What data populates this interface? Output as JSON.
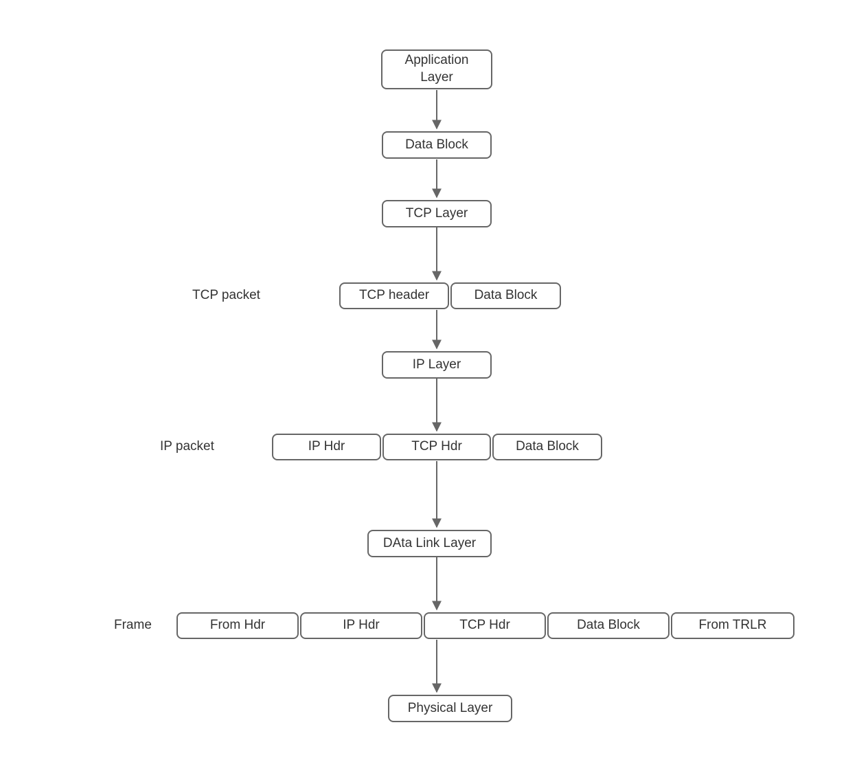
{
  "diagram": {
    "description": "TCP/IP encapsulation flow diagram",
    "colors": {
      "background": "#ffffff",
      "node_fill": "#ffffff",
      "node_border": "#666666",
      "text": "#333333",
      "arrow": "#666666"
    },
    "nodes": {
      "application_layer": "Application Layer",
      "data_block_top": "Data Block",
      "tcp_layer": "TCP Layer",
      "tcp_header": "TCP header",
      "tcp_packet_data_block": "Data Block",
      "ip_layer": "IP Layer",
      "ip_hdr": "IP Hdr",
      "ip_packet_tcp_hdr": "TCP Hdr",
      "ip_packet_data_block": "Data Block",
      "data_link_layer": "DAta Link Layer",
      "frame_from_hdr": "From Hdr",
      "frame_ip_hdr": "IP Hdr",
      "frame_tcp_hdr": "TCP Hdr",
      "frame_data_block": "Data Block",
      "frame_from_trlr": "From TRLR",
      "physical_layer": "Physical Layer"
    },
    "row_labels": {
      "tcp_packet": "TCP packet",
      "ip_packet": "IP packet",
      "frame": "Frame"
    }
  }
}
